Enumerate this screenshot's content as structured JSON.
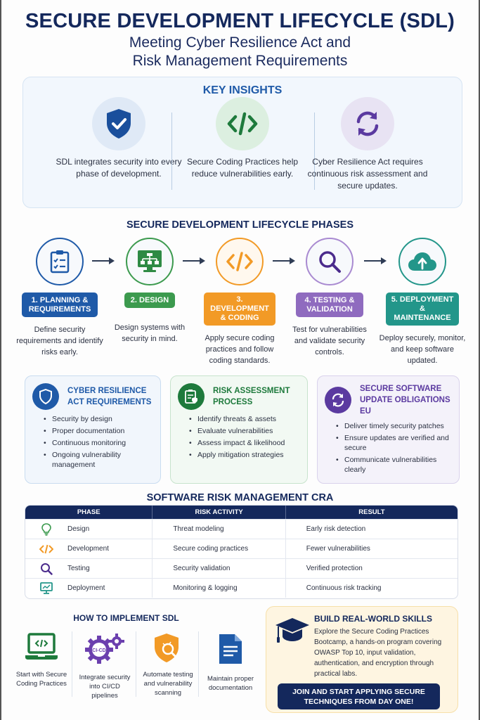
{
  "header": {
    "title": "SECURE DEVELOPMENT LIFECYCLE (SDL)",
    "subtitle_line1": "Meeting Cyber Resilience Act and",
    "subtitle_line2": "Risk Management Requirements"
  },
  "key_insights": {
    "title": "KEY INSIGHTS",
    "items": [
      {
        "icon": "shield-check-icon",
        "color": "#1a4f9c",
        "bg": "#dfe9f6",
        "text": "SDL integrates security into every phase of development."
      },
      {
        "icon": "code-icon",
        "color": "#1e7a3c",
        "bg": "#dcefe0",
        "text": "Secure Coding Practices help reduce vulnerabilities early."
      },
      {
        "icon": "sync-icon",
        "color": "#5b3aa0",
        "bg": "#e8e3f3",
        "text": "Cyber Resilience Act requires continuous risk assessment and secure updates."
      }
    ]
  },
  "phases": {
    "title": "SECURE DEVELOPMENT LIFECYCLE PHASES",
    "items": [
      {
        "icon": "clipboard-checklist-icon",
        "color": "#1f5aa8",
        "label": "1. PLANNING & REQUIREMENTS",
        "desc": "Define security requirements and identify risks early."
      },
      {
        "icon": "monitor-hierarchy-icon",
        "color": "#3c9a4e",
        "label": "2. DESIGN",
        "desc": "Design systems with security in mind."
      },
      {
        "icon": "code-icon",
        "color": "#f29a26",
        "label": "3. DEVELOPMENT & CODING",
        "desc": "Apply secure coding practices and follow coding standards."
      },
      {
        "icon": "magnifier-icon",
        "color": "#8f6bbf",
        "label": "4. TESTING & VALIDATION",
        "desc": "Test for vulnerabilities and validate security controls."
      },
      {
        "icon": "cloud-upload-icon",
        "color": "#23968a",
        "label": "5. DEPLOYMENT & MAINTENANCE",
        "desc": "Deploy securely, monitor, and keep software updated."
      }
    ]
  },
  "cards": [
    {
      "title": "CYBER RESILIENCE ACT REQUIREMENTS",
      "color": "#1f5aa8",
      "items": [
        "Security by design",
        "Proper documentation",
        "Continuous monitoring",
        "Ongoing vulnerability management"
      ]
    },
    {
      "title": "RISK ASSESSMENT PROCESS",
      "color": "#1e7a3c",
      "items": [
        "Identify threats & assets",
        "Evaluate vulnerabilities",
        "Assess impact & likelihood",
        "Apply mitigation strategies"
      ]
    },
    {
      "title": "SECURE SOFTWARE UPDATE OBLIGATIONS EU",
      "color": "#5b3aa0",
      "items": [
        "Deliver timely security patches",
        "Ensure updates are verified and secure",
        "Communicate vulnerabilities clearly"
      ]
    }
  ],
  "risk_table": {
    "title": "SOFTWARE RISK MANAGEMENT CRA",
    "headers": [
      "PHASE",
      "RISK ACTIVITY",
      "RESULT"
    ],
    "rows": [
      {
        "icon": "lightbulb-icon",
        "phase": "Design",
        "activity": "Threat modeling",
        "result": "Early risk detection"
      },
      {
        "icon": "code-icon",
        "phase": "Development",
        "activity": "Secure coding practices",
        "result": "Fewer vulnerabilities"
      },
      {
        "icon": "magnifier-icon",
        "phase": "Testing",
        "activity": "Security validation",
        "result": "Verified protection"
      },
      {
        "icon": "monitor-chart-icon",
        "phase": "Deployment",
        "activity": "Monitoring & logging",
        "result": "Continuous risk tracking"
      }
    ]
  },
  "implement": {
    "title": "HOW TO IMPLEMENT SDL",
    "items": [
      {
        "icon": "laptop-code-icon",
        "text": "Start with Secure Coding Practices"
      },
      {
        "icon": "cicd-gear-icon",
        "badge": "CI-CD",
        "text": "Integrate security into CI/CD pipelines"
      },
      {
        "icon": "shield-bug-scan-icon",
        "text": "Automate testing and vulnerability scanning"
      },
      {
        "icon": "document-icon",
        "text": "Maintain proper documentation"
      }
    ]
  },
  "promo": {
    "title": "BUILD REAL-WORLD SKILLS",
    "description": "Explore the Secure Coding Practices Bootcamp, a hands-on program covering OWASP Top 10, input validation, authentication, and encryption through practical labs.",
    "cta_line1": "JOIN AND START APPLYING SECURE",
    "cta_line2": "TECHNIQUES FROM DAY ONE!"
  }
}
